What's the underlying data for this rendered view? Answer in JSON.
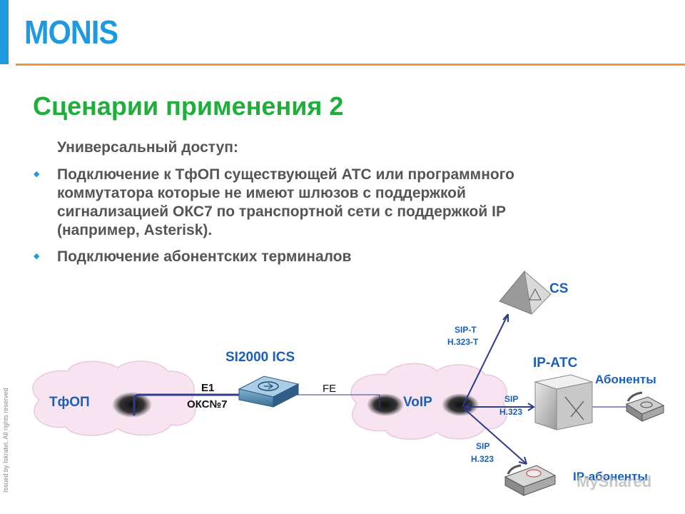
{
  "header": {
    "logo": "MONIS",
    "side_note": "Issued by Iskratel, All rights reserved"
  },
  "slide": {
    "title": "Сценарии применения 2",
    "intro": "Универсальный доступ:",
    "bullets": [
      {
        "lines": [
          "Подключение к ТфОП существующей АТС или программного",
          "коммутатора которые не имеют шлюзов с поддержкой",
          "сигнализацией ОКС7 по транспортной сети с поддержкой IP",
          "(например, Asterisk)."
        ]
      },
      {
        "lines": [
          "Подключение абонентских терминалов"
        ]
      }
    ]
  },
  "diagram": {
    "pstn_label": "ТфОП",
    "voip_label": "VoIP",
    "ics_label": "SI2000 ICS",
    "e1_label": "E1",
    "okc_label": "ОКС№7",
    "fe_label": "FE",
    "cs_label": "CS",
    "cs_link": {
      "line1": "SIP-T",
      "line2": "H.323-T"
    },
    "ipatc_label": "IP-АТС",
    "ipatc_link": {
      "line1": "SIP",
      "line2": "H.323"
    },
    "subscribers_label": "Абоненты",
    "ip_sub_link": {
      "line1": "SIP",
      "line2": "H.323"
    },
    "ip_subscribers_label": "IP-абоненты",
    "colors": {
      "cloud": "#f7e4f0",
      "link": "#2e3a8c",
      "label": "#1b5fb8"
    }
  },
  "watermark": "MyShared"
}
